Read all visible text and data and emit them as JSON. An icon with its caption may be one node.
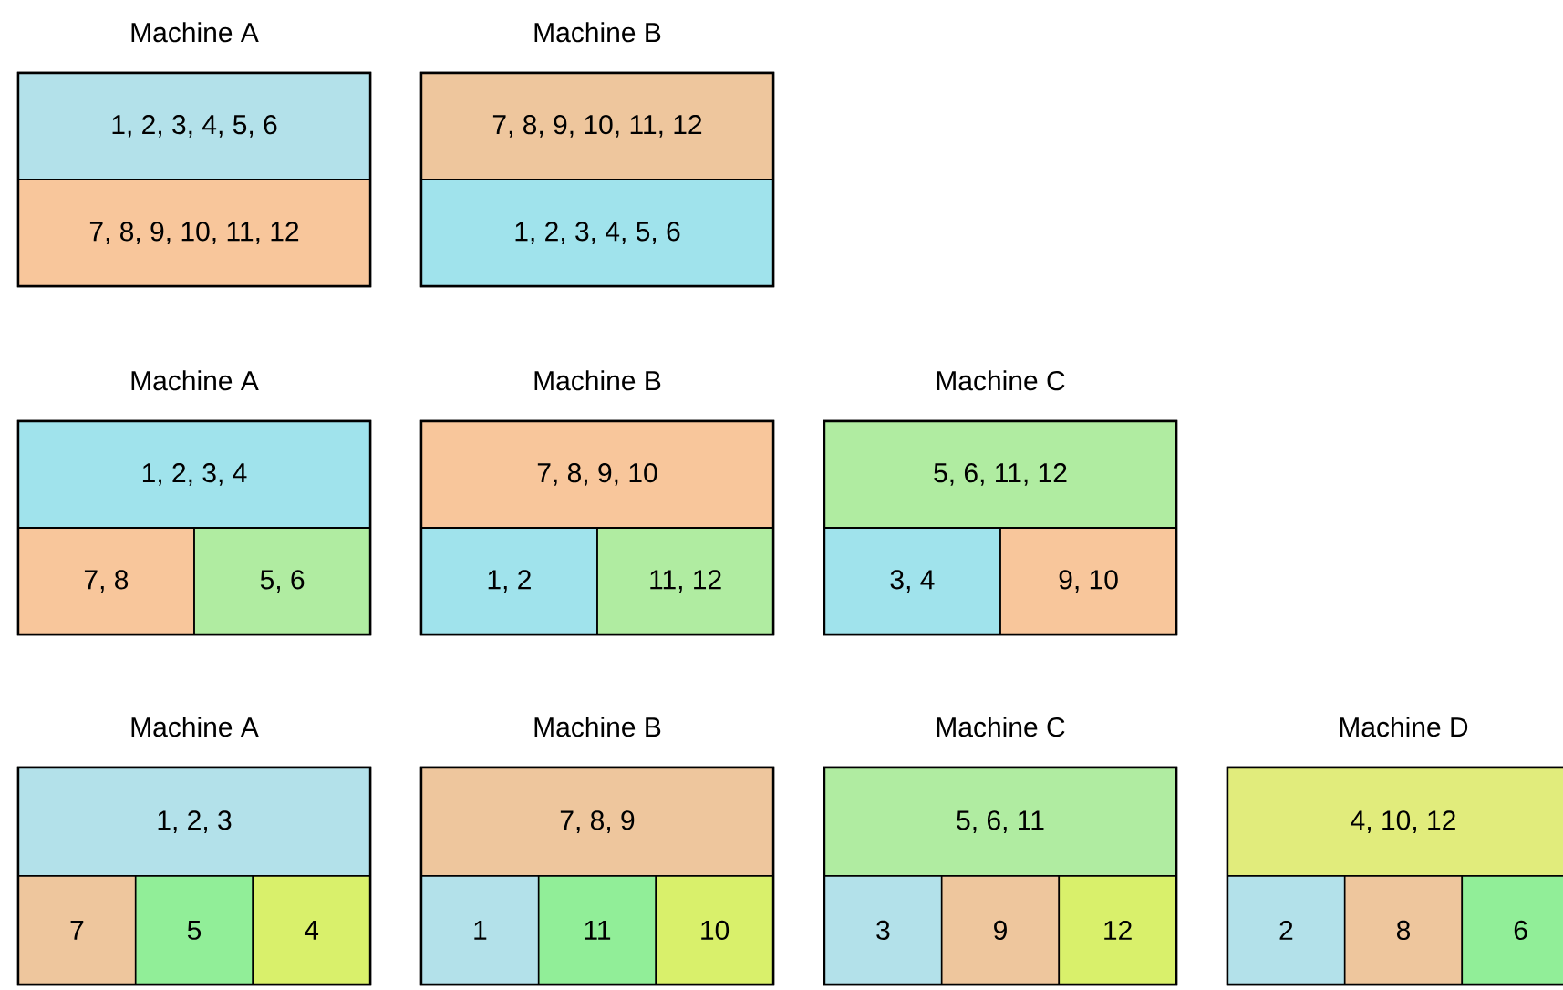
{
  "diagram": {
    "nodes": [
      {
        "text": [
          "Machine A"
        ]
      },
      {
        "text": [
          "1, 2, 3, 4, 5, 6"
        ],
        "in": 0
      },
      {
        "text": [
          "7, 8, 9, 10, 11, 12"
        ],
        "in": 0
      },
      {
        "text": [
          "Machine B"
        ]
      },
      {
        "text": [
          "7, 8, 9, 10, 11, 12"
        ],
        "in": 3
      },
      {
        "text": [
          "1, 2, 3, 4, 5, 6"
        ],
        "in": 3
      },
      {
        "text": [
          "Machine A"
        ]
      },
      {
        "text": [
          "1, 2, 3, 4"
        ],
        "in": 6
      },
      {
        "text": [
          "7, 8"
        ],
        "in": 6
      },
      {
        "text": [
          "5, 6"
        ],
        "in": 6
      },
      {
        "text": [
          "Machine B"
        ]
      },
      {
        "text": [
          "7, 8, 9, 10"
        ],
        "in": 10
      },
      {
        "text": [
          "1, 2"
        ],
        "in": 10
      },
      {
        "text": [
          "11, 12"
        ],
        "in": 10
      },
      {
        "text": [
          "Machine C"
        ]
      },
      {
        "text": [
          "5, 6, 11, 12"
        ],
        "in": 14
      },
      {
        "text": [
          "3, 4"
        ],
        "in": 14
      },
      {
        "text": [
          "9, 10"
        ],
        "in": 14
      },
      {
        "text": [
          "Machine A"
        ]
      },
      {
        "text": [
          "1, 2, 3"
        ],
        "in": 18
      },
      {
        "text": [
          "7"
        ],
        "in": 18
      },
      {
        "text": [
          "5"
        ],
        "in": 18
      },
      {
        "text": [
          "4"
        ],
        "in": 18
      },
      {
        "text": [
          "Machine B"
        ]
      },
      {
        "text": [
          "7, 8, 9"
        ],
        "in": 23
      },
      {
        "text": [
          "1"
        ],
        "in": 23
      },
      {
        "text": [
          "11"
        ],
        "in": 23
      },
      {
        "text": [
          "10"
        ],
        "in": 23
      },
      {
        "text": [
          "Machine C"
        ]
      },
      {
        "text": [
          "5, 6, 11"
        ],
        "in": 28
      },
      {
        "text": [
          "3"
        ],
        "in": 28
      },
      {
        "text": [
          "9"
        ],
        "in": 28
      },
      {
        "text": [
          "12"
        ],
        "in": 28
      },
      {
        "text": [
          "Machine D"
        ]
      },
      {
        "text": [
          "4, 10, 12"
        ],
        "in": 33
      },
      {
        "text": [
          "2"
        ],
        "in": 33
      },
      {
        "text": [
          "8"
        ],
        "in": 33
      },
      {
        "text": [
          "6"
        ],
        "in": 33
      }
    ]
  }
}
